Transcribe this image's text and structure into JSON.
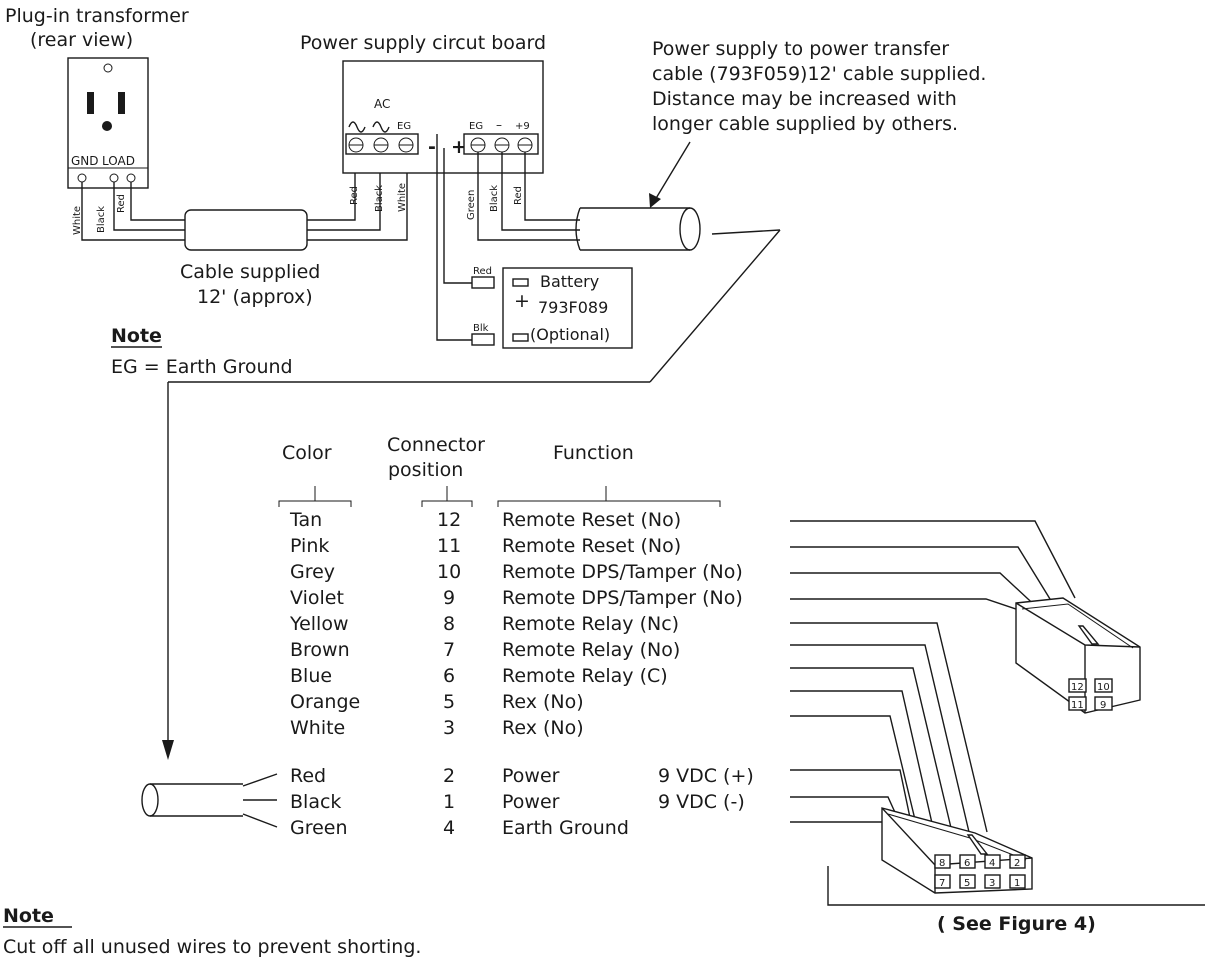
{
  "transformer": {
    "title_line1": "Plug-in transformer",
    "title_line2": "(rear view)",
    "gnd_label": "GND",
    "load_label": "LOAD"
  },
  "board": {
    "title": "Power supply circut board",
    "ac_label": "AC",
    "eg_left": "EG",
    "eg_right": "EG",
    "minus_label": "–",
    "plus9_label": "+9",
    "minus_term": "-",
    "plus_term": "+"
  },
  "wires": {
    "white": "White",
    "black": "Black",
    "red": "Red",
    "green": "Green",
    "blk": "Blk"
  },
  "cable_callout": {
    "line1": "Power supply to power transfer",
    "line2": "cable (793F059)12' cable supplied.",
    "line3": "Distance may be increased with",
    "line4": "longer cable supplied by others."
  },
  "supplied_cable": {
    "line1": "Cable supplied",
    "line2": "12' (approx)"
  },
  "battery": {
    "name": "Battery",
    "part": "793F089",
    "optional": "(Optional)",
    "plus": "+",
    "minus": "–"
  },
  "note1": {
    "heading": "Note",
    "text": "EG = Earth Ground"
  },
  "table": {
    "headers": {
      "color": "Color",
      "connector_line1": "Connector",
      "connector_line2": "position",
      "function": "Function"
    },
    "rows": [
      {
        "color": "Tan",
        "pos": "12",
        "func": "Remote Reset (No)",
        "extra": ""
      },
      {
        "color": "Pink",
        "pos": "11",
        "func": "Remote Reset (No)",
        "extra": ""
      },
      {
        "color": "Grey",
        "pos": "10",
        "func": "Remote DPS/Tamper (No)",
        "extra": ""
      },
      {
        "color": "Violet",
        "pos": "9",
        "func": "Remote DPS/Tamper (No)",
        "extra": ""
      },
      {
        "color": "Yellow",
        "pos": "8",
        "func": "Remote Relay (Nc)",
        "extra": ""
      },
      {
        "color": "Brown",
        "pos": "7",
        "func": "Remote Relay (No)",
        "extra": ""
      },
      {
        "color": "Blue",
        "pos": "6",
        "func": "Remote Relay (C)",
        "extra": ""
      },
      {
        "color": "Orange",
        "pos": "5",
        "func": "Rex (No)",
        "extra": ""
      },
      {
        "color": "White",
        "pos": "3",
        "func": "Rex (No)",
        "extra": ""
      },
      {
        "color": "Red",
        "pos": "2",
        "func": "Power",
        "extra": "9 VDC (+)"
      },
      {
        "color": "Black",
        "pos": "1",
        "func": "Power",
        "extra": "9 VDC (-)"
      },
      {
        "color": "Green",
        "pos": "4",
        "func": "Earth Ground",
        "extra": ""
      }
    ]
  },
  "connector_small_pins": [
    "12",
    "10",
    "11",
    "9"
  ],
  "connector_large_pins": [
    "8",
    "6",
    "4",
    "2",
    "7",
    "5",
    "3",
    "1"
  ],
  "see_figure": "( See Figure 4)",
  "note2": {
    "heading": "Note",
    "text": "Cut off all unused wires to prevent shorting."
  }
}
